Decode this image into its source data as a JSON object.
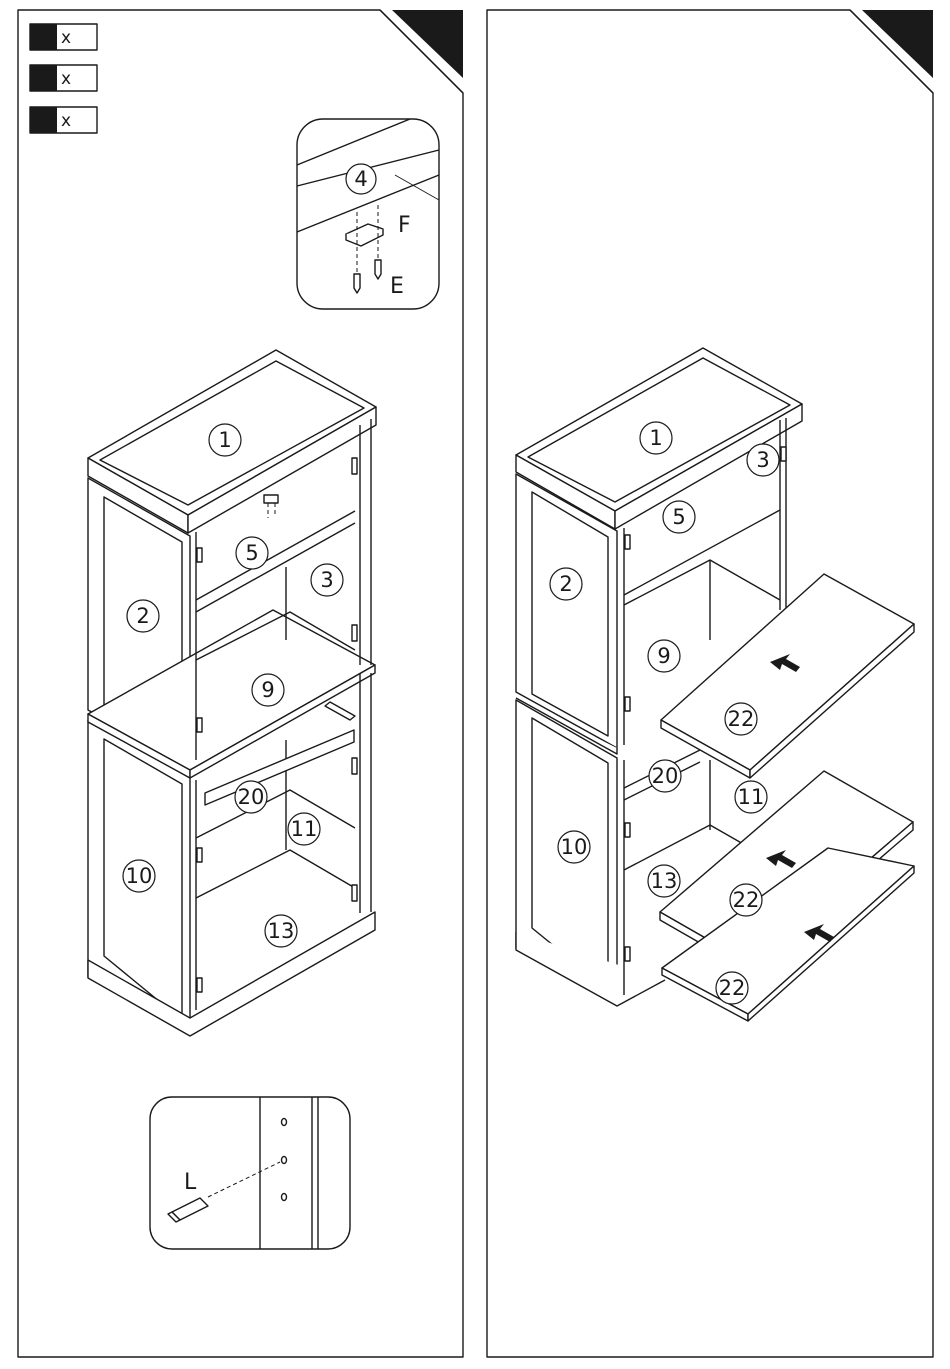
{
  "hardware_counts": [
    {
      "quantity": "x"
    },
    {
      "quantity": "x"
    },
    {
      "quantity": "x"
    }
  ],
  "detail_top": {
    "part": "4",
    "labels": [
      "F",
      "E"
    ]
  },
  "detail_bottom": {
    "labels": [
      "L"
    ]
  },
  "left_panel_parts": [
    "1",
    "2",
    "5",
    "3",
    "9",
    "20",
    "11",
    "10",
    "13"
  ],
  "right_panel_parts": [
    "1",
    "3",
    "5",
    "2",
    "9",
    "22",
    "20",
    "11",
    "10",
    "13",
    "22",
    "22"
  ],
  "colors": {
    "ink": "#1a1a1a",
    "paper": "#ffffff"
  }
}
